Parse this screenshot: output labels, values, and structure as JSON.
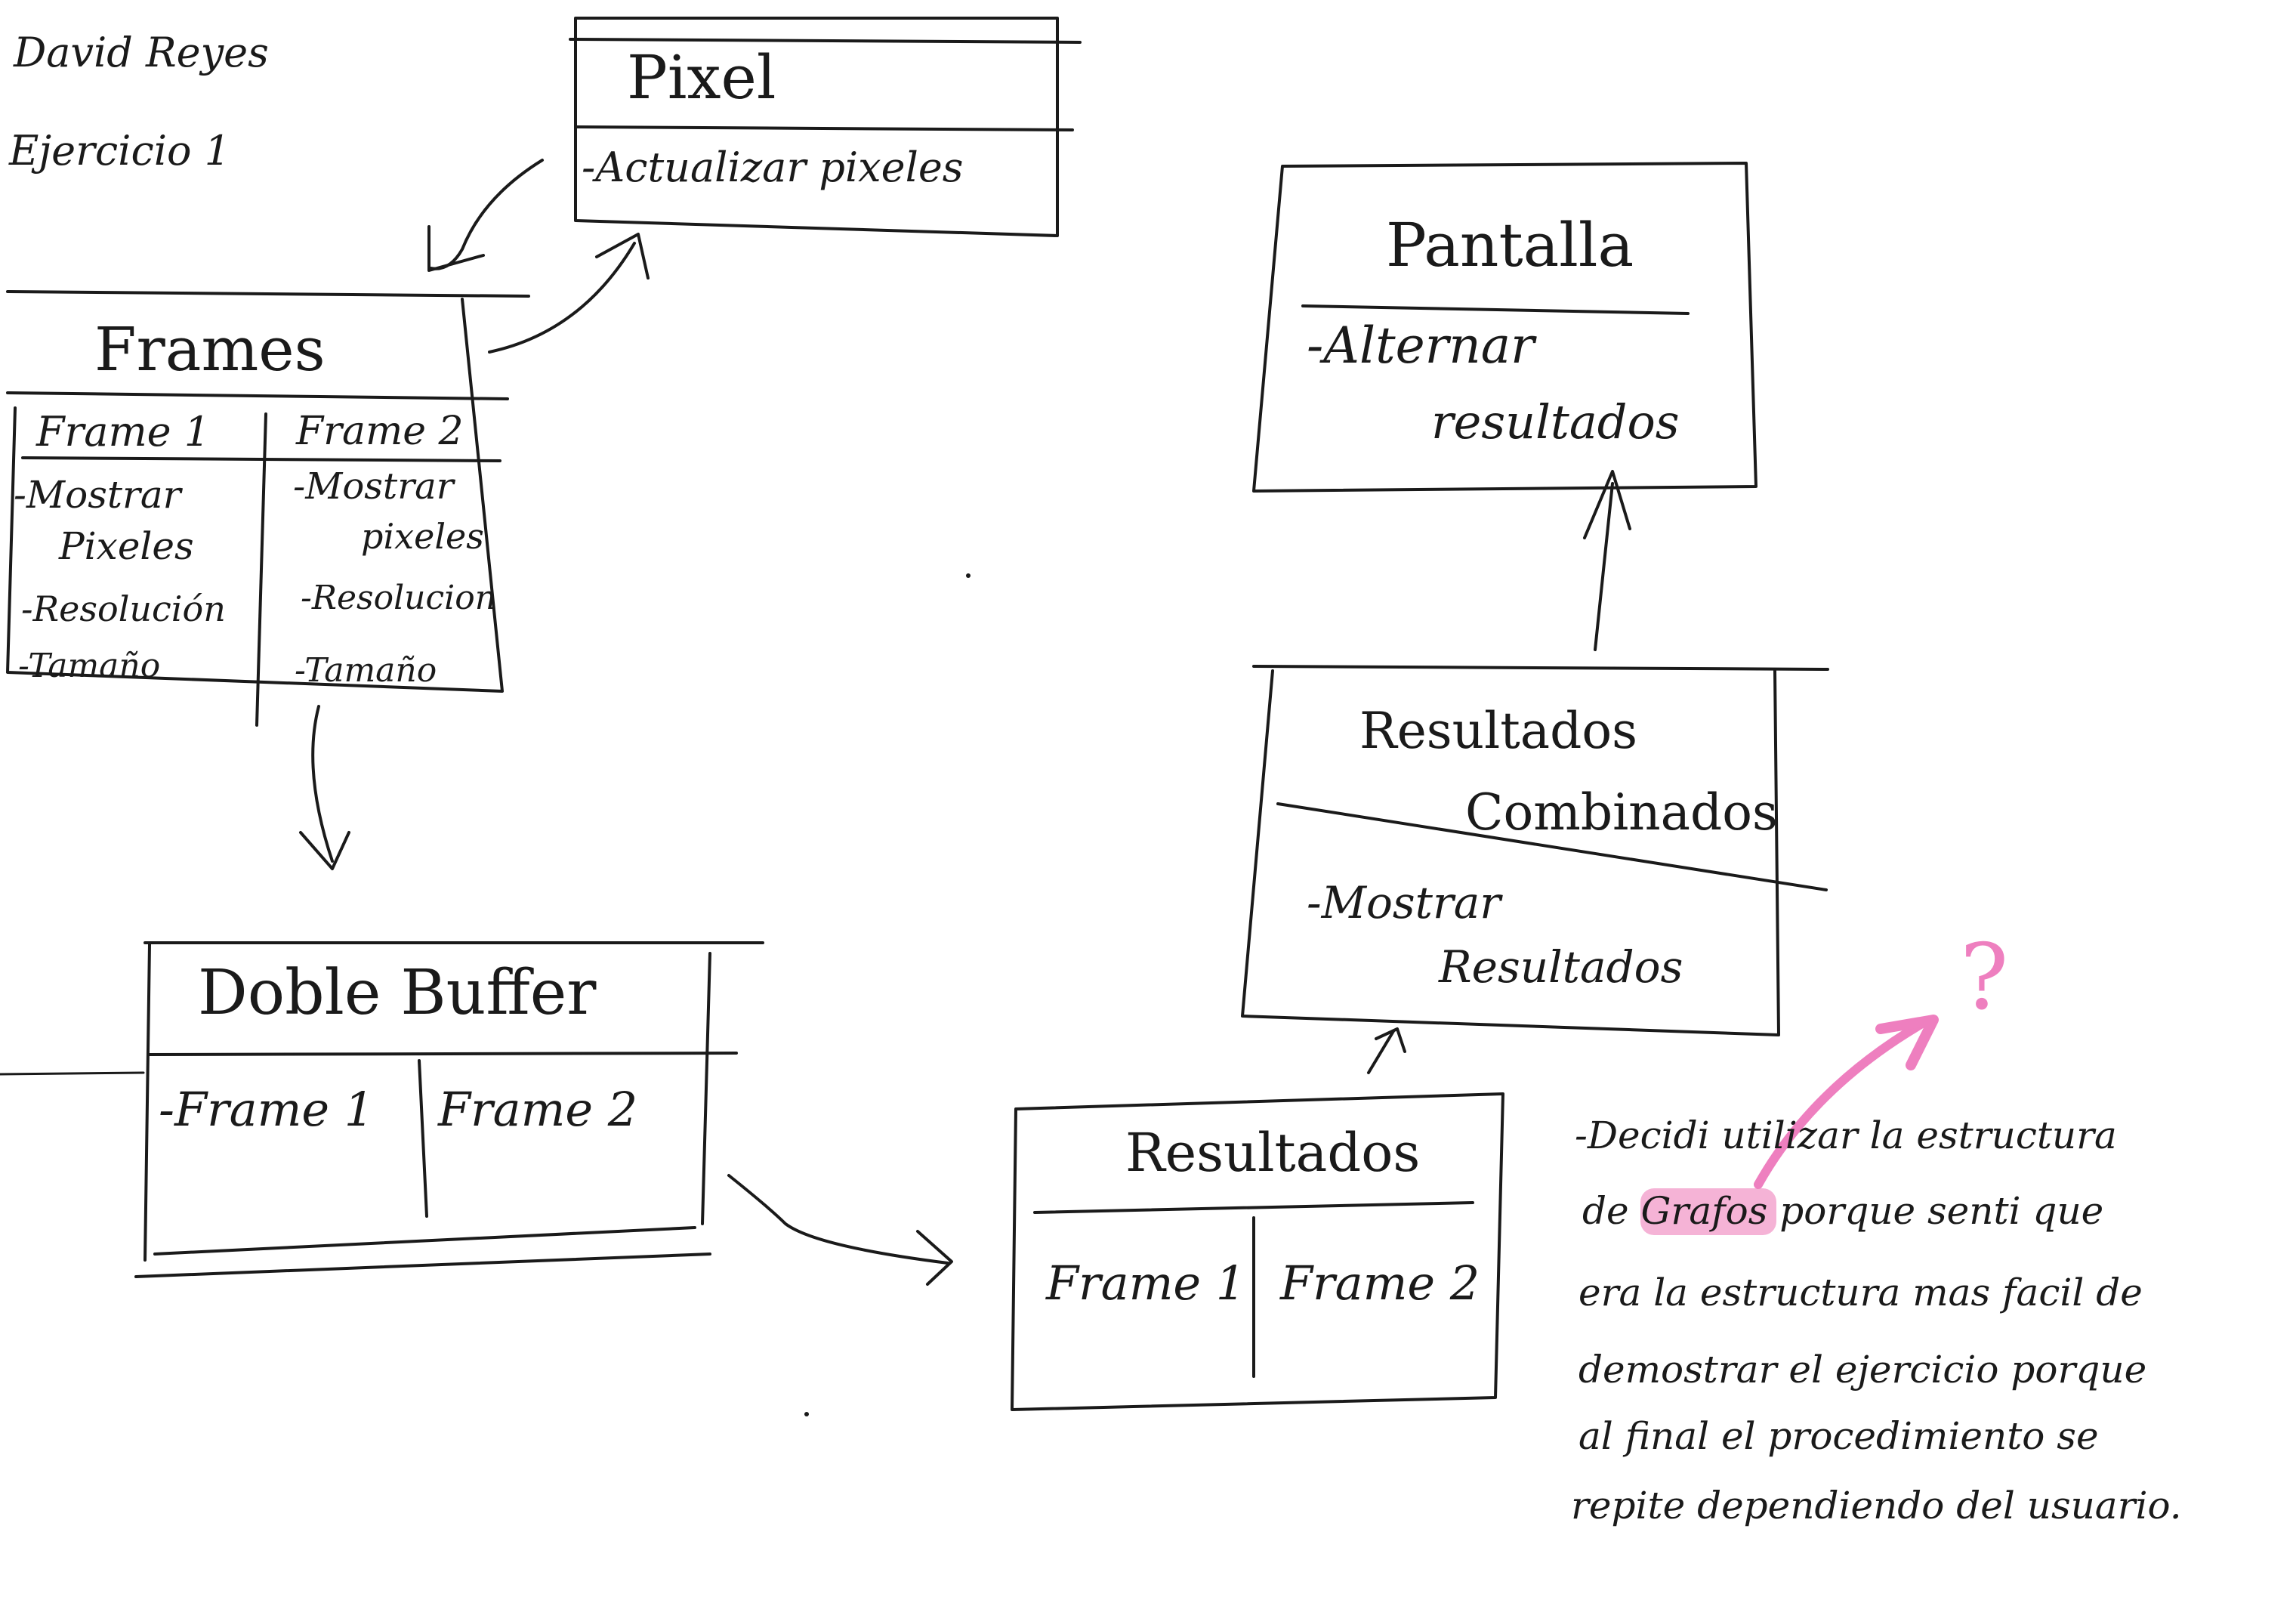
{
  "header": {
    "author": "David Reyes",
    "exercise": "Ejercicio 1"
  },
  "pixel_box": {
    "title": "Pixel",
    "method": "-Actualizar pixeles"
  },
  "frames_box": {
    "title": "Frames",
    "col1_title": "Frame 1",
    "col2_title": "Frame 2",
    "col1_items": [
      "-Mostrar",
      "Pixeles",
      "-Resolución",
      "-Tamaño"
    ],
    "col2_items": [
      "-Mostrar",
      "pixeles",
      "-Resolucion",
      "-Tamaño"
    ]
  },
  "doble_buffer_box": {
    "title": "Doble Buffer",
    "col1": "-Frame 1",
    "col2": "Frame 2"
  },
  "resultados_box": {
    "title": "Resultados",
    "col1": "Frame 1",
    "col2": "Frame 2"
  },
  "combinados_box": {
    "title_line1": "Resultados",
    "title_line2": "Combinados",
    "method_line1": "-Mostrar",
    "method_line2": "Resultados"
  },
  "pantalla_box": {
    "title": "Pantalla",
    "method_line1": "-Alternar",
    "method_line2": "resultados"
  },
  "note": {
    "lines": [
      "-Decidi utilizar la estructura",
      "de Grafos porque senti que",
      "era la estructura mas facil de",
      "demostrar el ejercicio porque",
      "al final el procedimiento se",
      "repite dependiendo del usuario."
    ],
    "highlighted_word": "Grafos",
    "question_mark": "?"
  },
  "colors": {
    "ink": "#1a1a1a",
    "highlight": "#f3a6cf",
    "pink_ink": "#ee7fbf"
  }
}
